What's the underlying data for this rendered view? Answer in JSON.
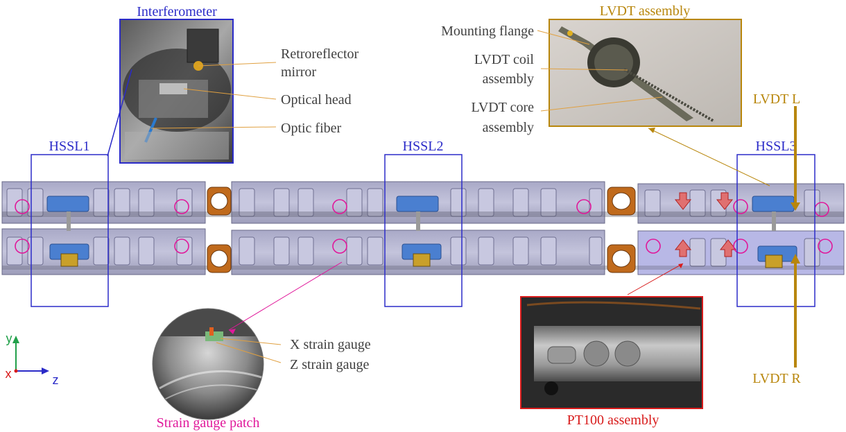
{
  "photos": {
    "interferometer": {
      "title": "Interferometer",
      "labels": [
        "Retroreflector",
        "mirror",
        "Optical head",
        "Optic fiber"
      ]
    },
    "lvdt": {
      "title": "LVDT assembly",
      "labels": [
        "Mounting flange",
        "LVDT coil",
        "assembly",
        "LVDT core",
        "assembly"
      ]
    },
    "strain": {
      "title": "Strain gauge patch",
      "labels": [
        "X strain gauge",
        "Z strain gauge"
      ]
    },
    "pt100": {
      "title": "PT100 assembly"
    }
  },
  "sections": {
    "hssl1": "HSSL1",
    "hssl2": "HSSL2",
    "hssl3": "HSSL3"
  },
  "lvdt_sides": {
    "left": "LVDT L",
    "right": "LVDT R"
  },
  "axes": {
    "y": "y",
    "x": "x",
    "z": "z"
  },
  "colors": {
    "blue": "#2b2bc8",
    "gold": "#b8860b",
    "magenta": "#e0189a",
    "red": "#d81b1b",
    "axis_green": "#22a04a",
    "beam_fill": "#b6b6d8",
    "copper": "#c06a1c",
    "connector": "#4a7fd0",
    "label_text": "#404040"
  }
}
